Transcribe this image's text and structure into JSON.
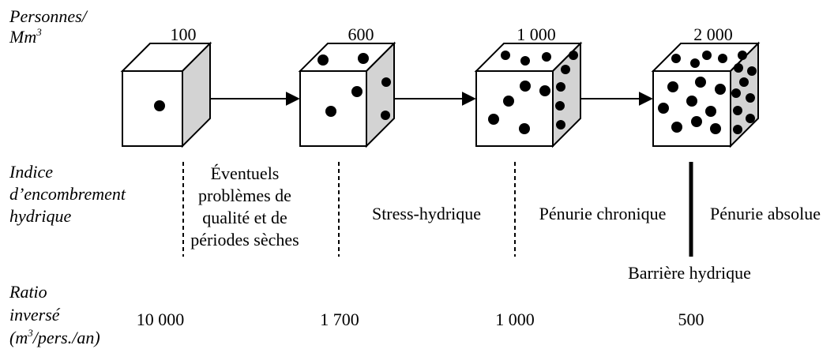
{
  "axis_labels": {
    "density_line1": "Personnes/",
    "density_line2": "Mm",
    "density_sup": "3",
    "index": "Indice\nd’encombrement\nhydrique",
    "ratio_line1": "Ratio",
    "ratio_line2": "inversé",
    "ratio_line3_pre": "(m",
    "ratio_line3_sup": "3",
    "ratio_line3_post": "/pers./an)"
  },
  "cubes": [
    {
      "density": "100"
    },
    {
      "density": "600"
    },
    {
      "density": "1 000"
    },
    {
      "density": "2 000"
    }
  ],
  "zones": {
    "zone1": "Éventuels\nproblèmes de\nqualité et de\npériodes sèches",
    "zone2": "Stress-hydrique",
    "zone3": "Pénurie chronique",
    "zone4": "Pénurie absolue",
    "barrier": "Barrière hydrique"
  },
  "ratios": [
    "10 000",
    "1 700",
    "1 000",
    "500"
  ],
  "colors": {
    "side_face": "#d3d3d3",
    "line": "#000000",
    "face": "#ffffff"
  }
}
